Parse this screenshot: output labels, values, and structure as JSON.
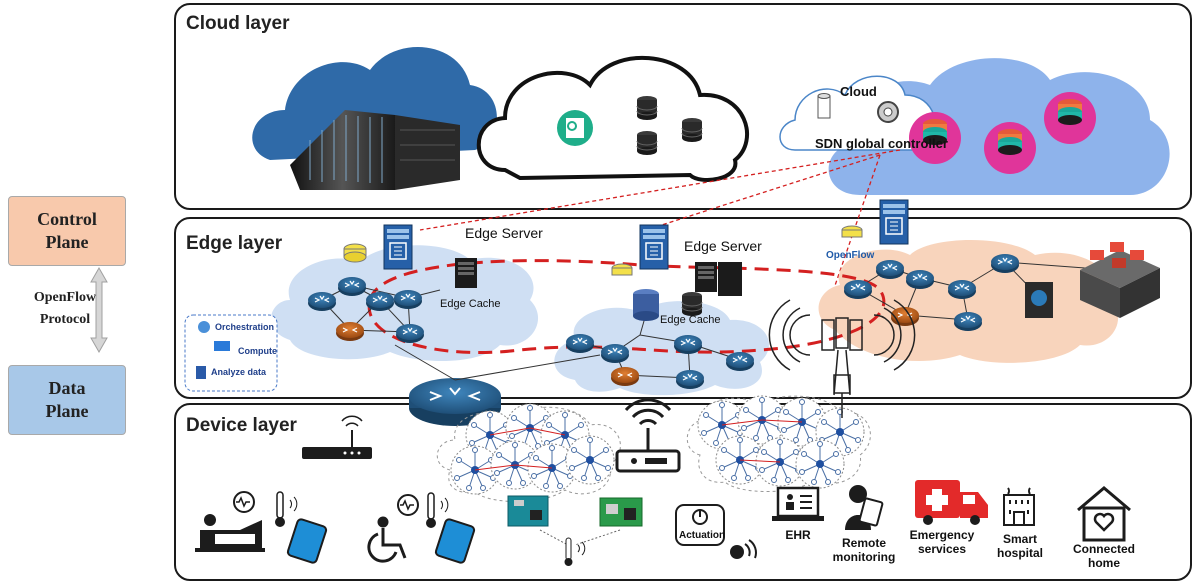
{
  "planes": {
    "control": "Control\nPlane",
    "protocol_line1": "OpenFlow",
    "protocol_line2": "Protocol",
    "data": "Data\nPlane"
  },
  "layers": {
    "cloud": "Cloud layer",
    "edge": "Edge layer",
    "device": "Device layer"
  },
  "cloud": {
    "sdn_title": "Cloud",
    "sdn_controller": "SDN global controller"
  },
  "edge": {
    "server_1": "Edge Server",
    "cache_1": "Edge Cache",
    "server_2": "Edge Server",
    "cache_2": "Edge Cache",
    "openflow": "OpenFlow",
    "services": [
      "Orchestration",
      "Compute",
      "Analyze data"
    ]
  },
  "device": {
    "actuation": "Actuation",
    "apps": [
      {
        "line1": "EHR",
        "line2": ""
      },
      {
        "line1": "Remote",
        "line2": "monitoring"
      },
      {
        "line1": "Emergency",
        "line2": "services"
      },
      {
        "line1": "Smart",
        "line2": "hospital"
      },
      {
        "line1": "Connected",
        "line2": "home"
      }
    ]
  },
  "colors": {
    "control_plane": "#f8c9ac",
    "data_plane": "#a8c8e8",
    "edge_cloud": "#cfdff3",
    "edge_cloud_right": "#f8d4bc",
    "router_blue": "#2c6a9a",
    "router_orange": "#c7641c",
    "red_link": "#d42020",
    "magenta": "#e0359a"
  }
}
